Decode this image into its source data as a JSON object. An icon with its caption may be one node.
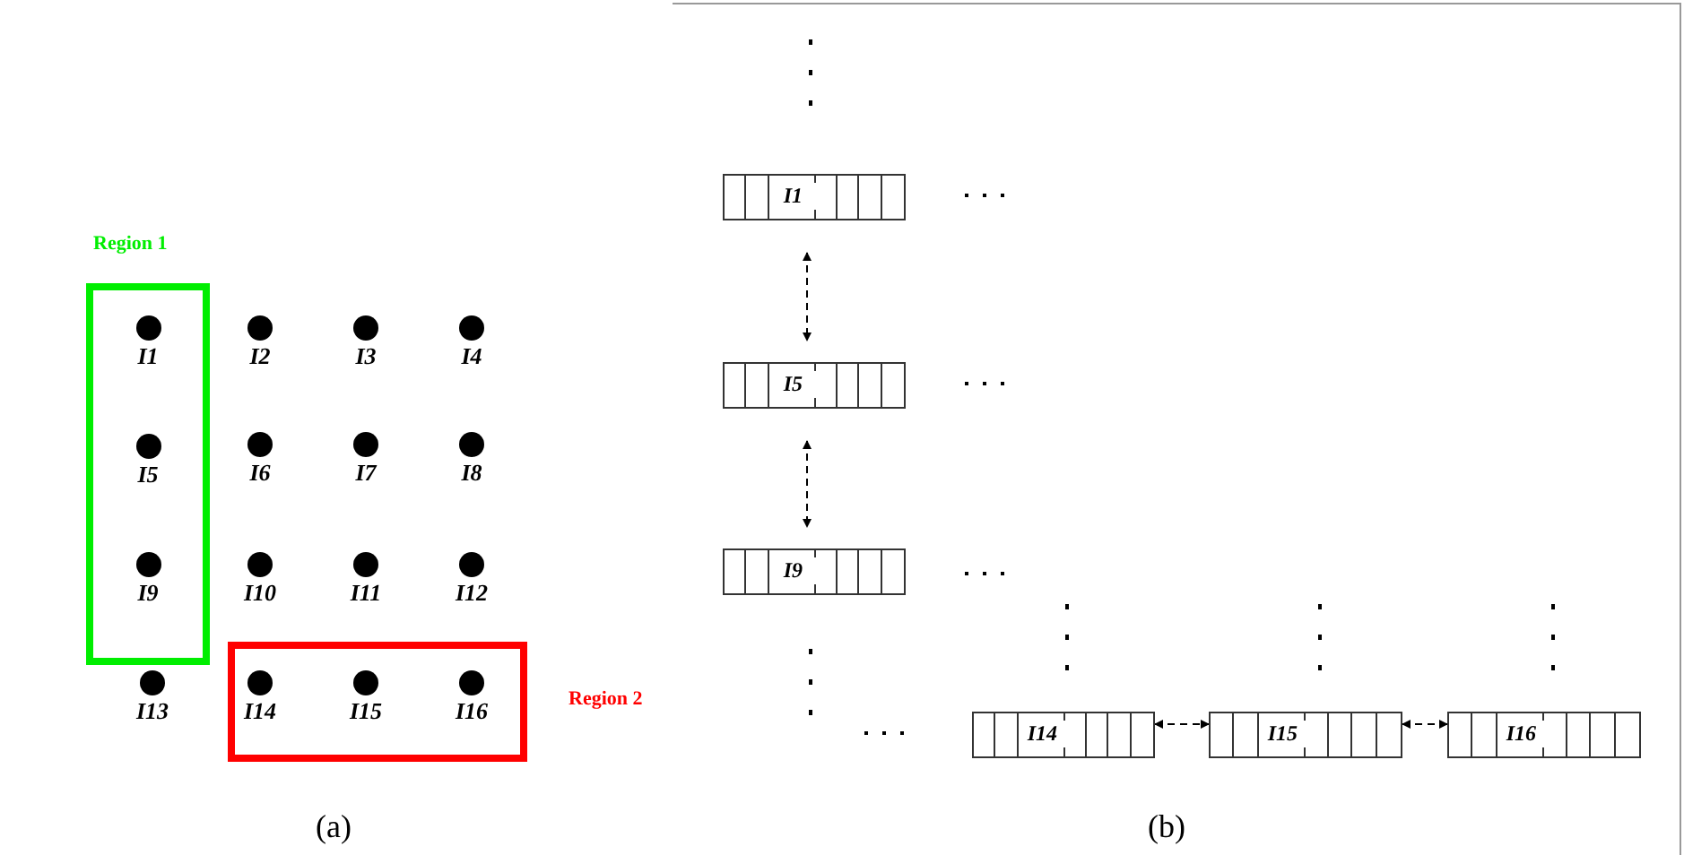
{
  "diagram": {
    "nodes": [
      {
        "text": [
          "Region 1"
        ]
      },
      {
        "text": [
          "I1"
        ],
        "in": 0
      },
      {
        "text": [
          "I2"
        ]
      },
      {
        "text": [
          "I3"
        ]
      },
      {
        "text": [
          "I4"
        ]
      },
      {
        "text": [
          "I5"
        ],
        "in": 0
      },
      {
        "text": [
          "I6"
        ]
      },
      {
        "text": [
          "I7"
        ]
      },
      {
        "text": [
          "I8"
        ]
      },
      {
        "text": [
          "I9"
        ],
        "in": 0
      },
      {
        "text": [
          "I10"
        ]
      },
      {
        "text": [
          "I11"
        ]
      },
      {
        "text": [
          "I12"
        ]
      },
      {
        "text": [
          "I13"
        ]
      },
      {
        "text": [
          "Region 2"
        ]
      },
      {
        "text": [
          "I14"
        ],
        "in": 14
      },
      {
        "text": [
          "I15"
        ],
        "in": 14
      },
      {
        "text": [
          "I16"
        ],
        "in": 14
      },
      {
        "text": [
          "I1"
        ]
      },
      {
        "text": [
          "I5"
        ]
      },
      {
        "text": [
          "I9"
        ]
      },
      {
        "text": [
          "I14"
        ]
      },
      {
        "text": [
          "I15"
        ]
      },
      {
        "text": [
          "I16"
        ]
      }
    ],
    "edges": [
      {
        "from": 18,
        "to": 19,
        "arrow": "both",
        "style": "dashed"
      },
      {
        "from": 19,
        "to": 20,
        "arrow": "both",
        "style": "dashed"
      },
      {
        "from": 21,
        "to": 22,
        "arrow": "both",
        "style": "dashed"
      },
      {
        "from": 22,
        "to": 23,
        "arrow": "both",
        "style": "dashed"
      }
    ],
    "labels": [
      "(a)",
      "(b)"
    ]
  }
}
